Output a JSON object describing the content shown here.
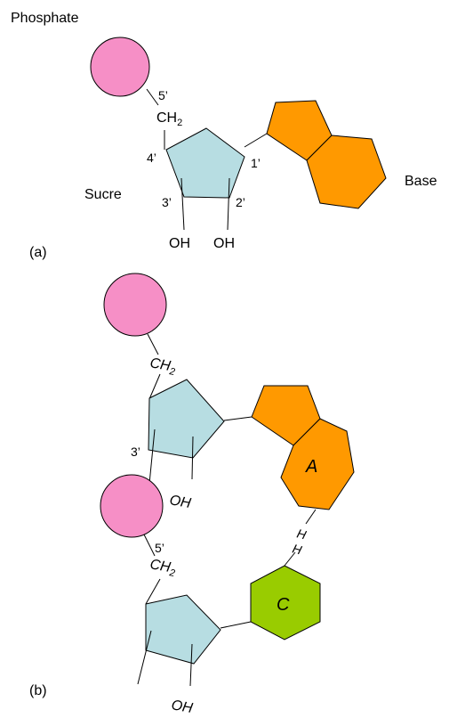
{
  "colors": {
    "phosphate": "#f68fc6",
    "sugar": "#b7dde2",
    "base_orange": "#ff9900",
    "base_green": "#99cc00"
  },
  "part_a": {
    "panel_label": "(a)",
    "phosphate_label": "Phosphate",
    "sugar_label": "Sucre",
    "base_label": "Base",
    "ch2_main": "CH",
    "ch2_sub": "2",
    "pos_5": "5’",
    "pos_4": "4’",
    "pos_3": "3’",
    "pos_2": "2’",
    "pos_1": "1’",
    "oh_left": "OH",
    "oh_right": "OH"
  },
  "part_b": {
    "panel_label": "(b)",
    "ch2_top_main": "CH",
    "ch2_top_sub": "2",
    "pos_3": "3’",
    "oh_1": "OH",
    "base_a_letter": "A",
    "h_bond_1": "H",
    "h_bond_2": "H",
    "pos_5": "5’",
    "ch2_bottom_main": "CH",
    "ch2_bottom_sub": "2",
    "base_c_letter": "C",
    "oh_2": "OH"
  }
}
